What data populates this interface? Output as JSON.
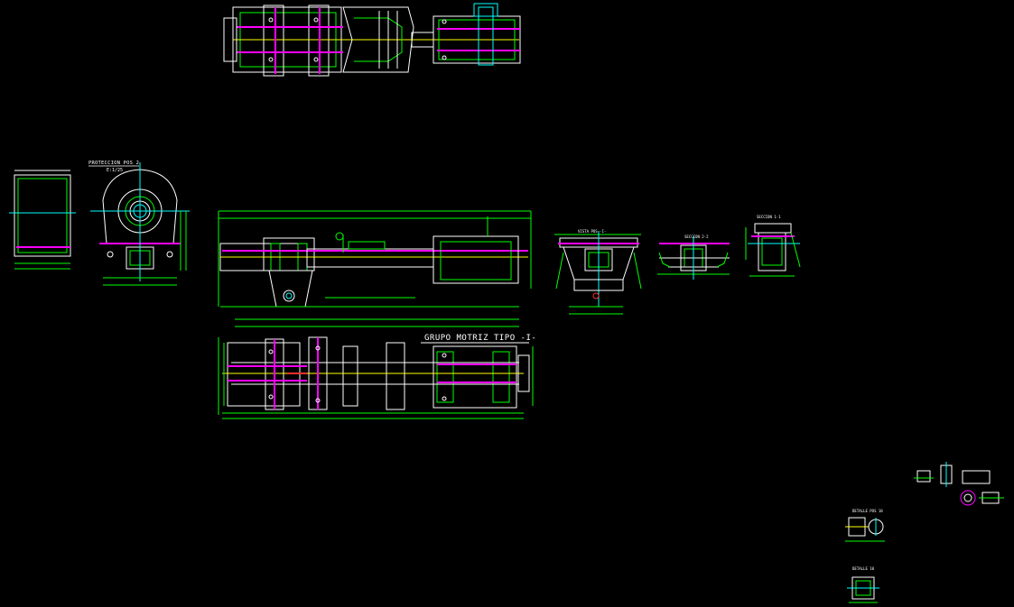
{
  "colors": {
    "background": "#000000",
    "white": "#ffffff",
    "green": "#00ff00",
    "magenta": "#ff00ff",
    "cyan": "#00ffff",
    "yellow": "#ffff00",
    "red": "#ff3030"
  },
  "labels": {
    "main_title": "GRUPO MOTRIZ TIPO -I-",
    "proteccion_title": "PROTECCION POS 2",
    "proteccion_scale": "E:1/25",
    "vista_title": "VISTA POS -I-",
    "seccion2_title": "SECCION 2-2",
    "seccion1_title": "SECCION 1-1",
    "detalle_a_title": "DETALLE POS 10",
    "detalle_b_title": "DETALLE 10"
  }
}
